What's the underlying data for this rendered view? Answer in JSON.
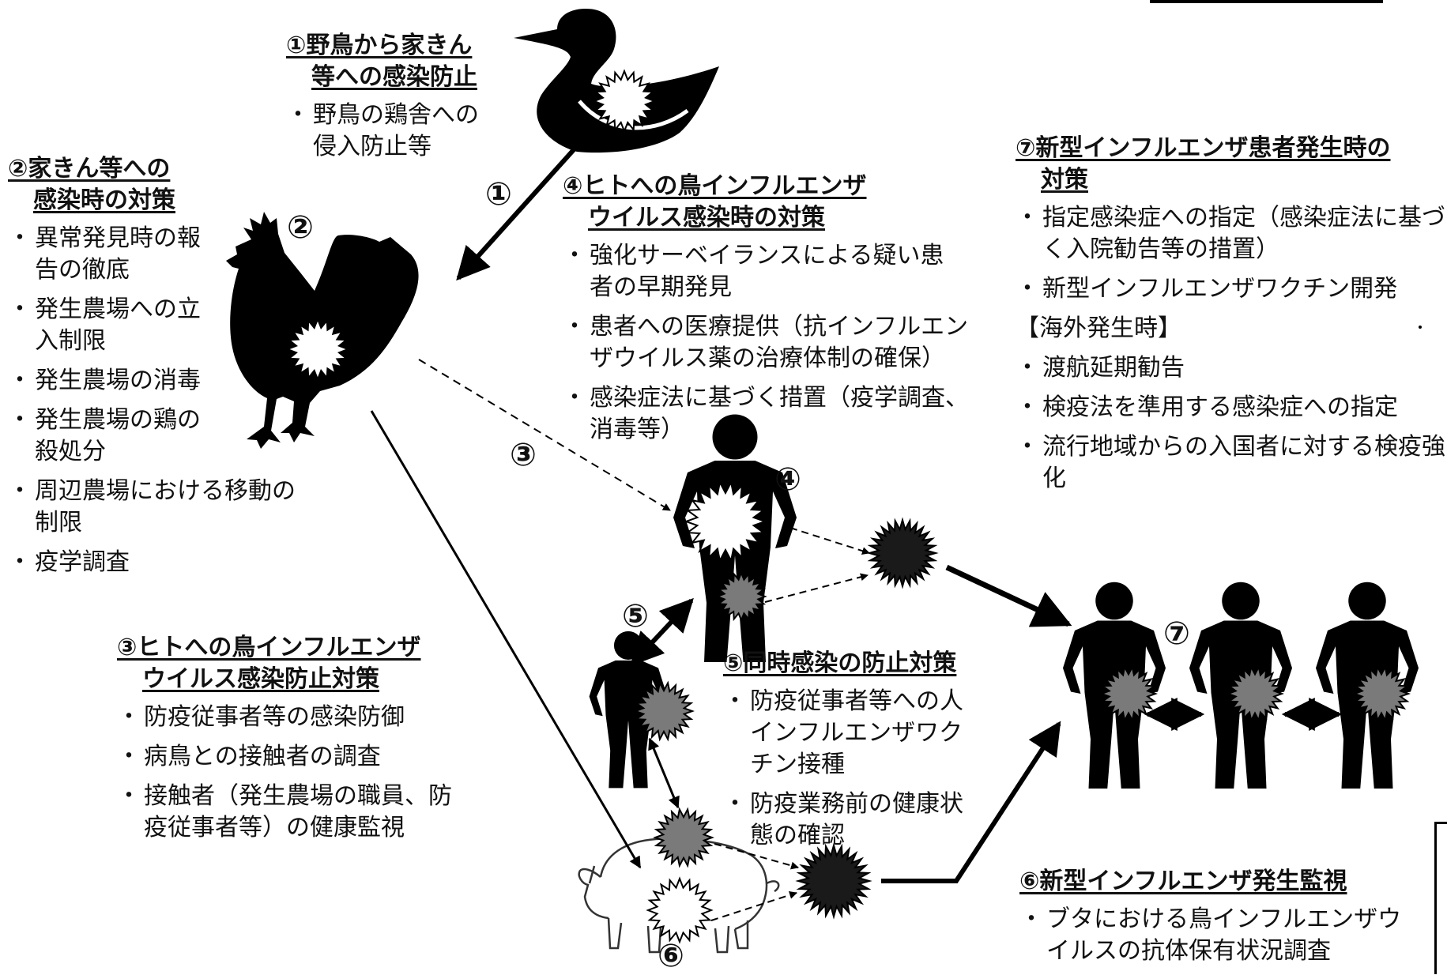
{
  "steps": {
    "s1": {
      "heading_l1": "①野鳥から家きん",
      "heading_l2": "等への感染防止",
      "items": [
        "野鳥の鶏舎への侵入防止等"
      ]
    },
    "s2": {
      "heading_l1": "②家きん等への",
      "heading_l2": "感染時の対策",
      "items": [
        "異常発見時の報告の徹底",
        "発生農場への立入制限",
        "発生農場の消毒",
        "発生農場の鶏の殺処分",
        "周辺農場における移動の制限",
        "疫学調査"
      ]
    },
    "s3": {
      "heading_l1": "③ヒトへの鳥インフルエンザ",
      "heading_l2": "ウイルス感染防止対策",
      "items": [
        "防疫従事者等の感染防御",
        "病鳥との接触者の調査",
        "接触者（発生農場の職員、防疫従事者等）の健康監視"
      ]
    },
    "s4": {
      "heading_l1": "④ヒトへの鳥インフルエンザ",
      "heading_l2": "ウイルス感染時の対策",
      "items": [
        "強化サーベイランスによる疑い患者の早期発見",
        "患者への医療提供（抗インフルエンザウイルス薬の治療体制の確保）",
        "感染症法に基づく措置（疫学調査、消毒等）"
      ]
    },
    "s5": {
      "heading_l1": "⑤同時感染の防止対策",
      "items": [
        "防疫従事者等への人インフルエンザワクチン接種",
        "防疫業務前の健康状態の確認"
      ]
    },
    "s6": {
      "heading_l1": "⑥新型インフルエンザ発生監視",
      "items": [
        "ブタにおける鳥インフルエンザウイルスの抗体保有状況調査"
      ]
    },
    "s7": {
      "heading_l1": "⑦新型インフルエンザ患者発生時の",
      "heading_l2": "対策",
      "items": [
        "指定感染症への指定（感染症法に基づく入院勧告等の措置）",
        "新型インフルエンザワクチン開発"
      ],
      "subheading": "【海外発生時】",
      "items_overseas": [
        "渡航延期勧告",
        "検疫法を準用する感染症への指定",
        "流行地域からの入国者に対する検疫強化"
      ]
    }
  },
  "markers": {
    "m1": "①",
    "m2": "②",
    "m3": "③",
    "m4": "④",
    "m5": "⑤",
    "m6": "⑥",
    "m7": "⑦"
  },
  "icons": [
    "duck-icon",
    "rooster-icon",
    "person-icon",
    "pig-icon",
    "virus-icon"
  ],
  "colors": {
    "silhouette": "#000000",
    "virus_dark": "#1a1a1a",
    "virus_gray": "#7a7a7a",
    "virus_white": "#ffffff",
    "background": "#ffffff"
  }
}
